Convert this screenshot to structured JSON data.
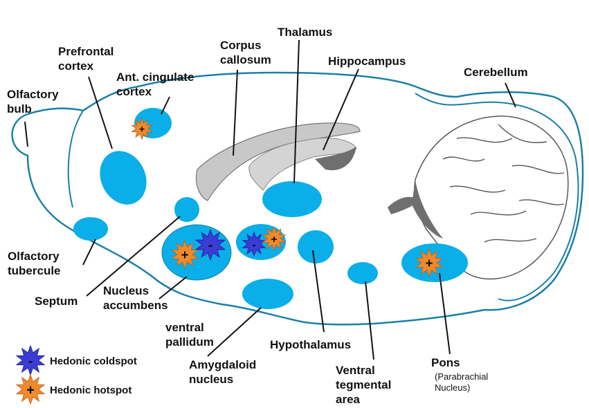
{
  "colors": {
    "outline": "#1a7fa6",
    "region_fill": "#0aaee8",
    "gray_matter": "#c8c8c8",
    "dark_fold": "#6f6f6f",
    "hotspot": "#f08a2a",
    "coldspot": "#3b3bd6",
    "leader_line": "#111111"
  },
  "symbols": {
    "hot": "+",
    "cold": "-"
  },
  "labels": {
    "olfactory_bulb": [
      "Olfactory",
      "bulb"
    ],
    "prefrontal_cortex": [
      "Prefrontal",
      "cortex"
    ],
    "ant_cingulate": [
      "Ant. cingulate",
      "cortex"
    ],
    "corpus_callosum": [
      "Corpus",
      "callosum"
    ],
    "thalamus": "Thalamus",
    "hippocampus": "Hippocampus",
    "cerebellum": "Cerebellum",
    "olfactory_tubercule": [
      "Olfactory",
      "tubercule"
    ],
    "septum": "Septum",
    "nucleus_accumbens": [
      "Nucleus",
      "accumbens"
    ],
    "ventral_pallidum": [
      "ventral",
      "pallidum"
    ],
    "amygdaloid": [
      "Amygdaloid",
      "nucleus"
    ],
    "hypothalamus": "Hypothalamus",
    "vta": [
      "Ventral",
      "tegmental",
      "area"
    ],
    "pons": "Pons",
    "pons_sub": [
      "(Parabrachial",
      "Nucleus)"
    ]
  },
  "legend": {
    "coldspot": "Hedonic coldspot",
    "hotspot": "Hedonic hotspot"
  }
}
